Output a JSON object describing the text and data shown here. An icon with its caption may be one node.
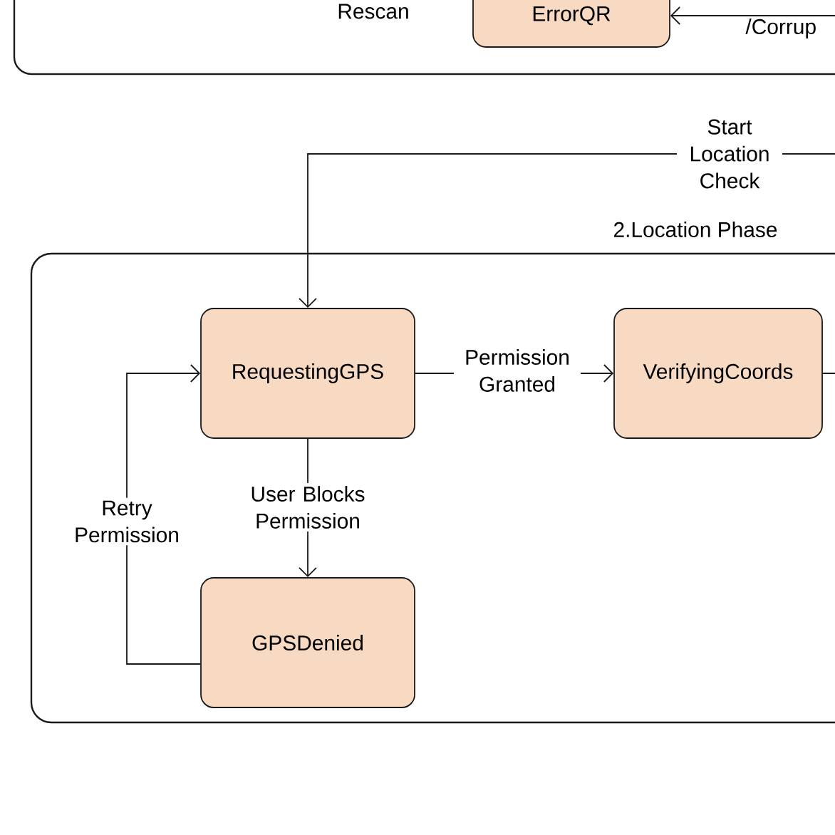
{
  "diagram": {
    "nodes": [
      {
        "text": [],
        "shape": "box"
      },
      {
        "text": [
          "ErrorQR"
        ],
        "in": 0
      },
      {
        "text": [
          "2.Location Phase"
        ]
      },
      {
        "text": [
          "RequestingGPS"
        ],
        "in": 2
      },
      {
        "text": [
          "VerifyingCoords"
        ],
        "in": 2
      },
      {
        "text": [
          "GPSDenied"
        ],
        "in": 2
      }
    ],
    "edges": [
      {
        "from": null,
        "to": 3,
        "arrow": "to",
        "label": "Start Location Check"
      },
      {
        "from": 3,
        "to": 4,
        "arrow": "to",
        "label": "Permission Granted"
      },
      {
        "from": 3,
        "to": 5,
        "arrow": "to",
        "label": "User Blocks Permission"
      },
      {
        "from": 5,
        "to": 3,
        "arrow": "to",
        "label": "Retry Permission"
      },
      {
        "from": 4,
        "to": null,
        "arrow": "none"
      },
      {
        "from": null,
        "to": 1,
        "arrow": "to"
      }
    ],
    "labels": [
      "Rescan",
      "/Corrup"
    ]
  }
}
